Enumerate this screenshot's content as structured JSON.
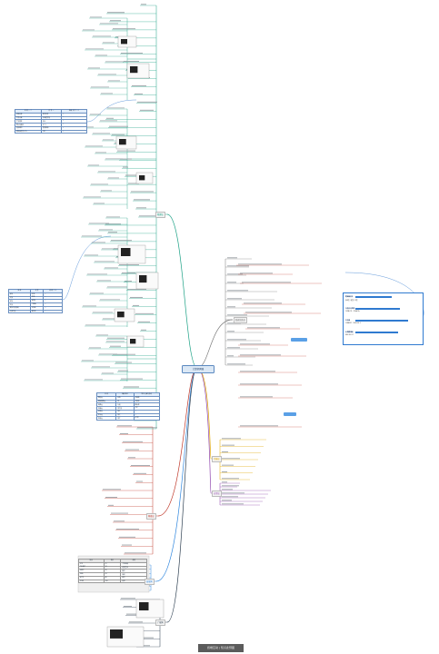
{
  "footer": {
    "text": "终端互动 | 知识此预图"
  },
  "root": {
    "label": "计算机网络"
  },
  "branches": [
    {
      "id": "b1",
      "label": "物理层",
      "color": "#1aa084"
    },
    {
      "id": "b2",
      "label": "数据链路层",
      "color": "#7a7a7a"
    },
    {
      "id": "b3",
      "label": "网络层",
      "color": "#c0392b"
    },
    {
      "id": "b4",
      "label": "传输层",
      "color": "#e0a800"
    },
    {
      "id": "b5",
      "label": "应用层",
      "color": "#8e44ad"
    },
    {
      "id": "b6",
      "label": "局域网",
      "color": "#2e86de"
    },
    {
      "id": "b7",
      "label": "广域网",
      "color": "#2c3e50"
    }
  ],
  "tables": {
    "t1": {
      "headers": [
        "名 称 一 二",
        "代 号 一",
        "传输 方式 二 三"
      ],
      "rows": [
        [
          "帧启定界",
          "数字信号",
          "✓"
        ],
        [
          "字符计数",
          "帧长度字段",
          "✓"
        ],
        [
          "字节填充",
          "转义",
          "✓"
        ],
        [
          "零比特填充",
          "5个1",
          "✓"
        ],
        [
          "违规编码",
          "曼彻斯特",
          "✓"
        ],
        [
          "帧检验序列 FCS",
          "CRC",
          "✓"
        ]
      ]
    },
    "t2": {
      "headers": [
        "名 称",
        "代 号",
        "说 明 二 三"
      ],
      "rows": [
        [
          "频分",
          "FDM",
          "✓"
        ],
        [
          "时分",
          "TDM",
          "✓"
        ],
        [
          "波分",
          "WDM",
          "✓"
        ],
        [
          "码分",
          "CDMA",
          "✓"
        ],
        [
          "统计时分复用",
          "STDM",
          "✓"
        ],
        [
          "异步时分",
          "ATDM",
          "✓"
        ]
      ]
    },
    "t3": {
      "headers": [
        "名 称",
        "传输 单位",
        "常见 设备与协议"
      ],
      "rows": [
        [
          "物理层",
          "比特",
          "中继器"
        ],
        [
          "数据链路层",
          "帧",
          "交换机"
        ],
        [
          "网络层",
          "分组",
          "路由器"
        ],
        [
          "传输层",
          "报文段",
          "TCP"
        ],
        [
          "会话层",
          "报文",
          "—"
        ],
        [
          "表示层",
          "报文",
          "—"
        ],
        [
          "应用层",
          "报文",
          "HTTP"
        ]
      ]
    },
    "t4": {
      "headers": [
        "协议",
        "端口",
        "说明"
      ],
      "rows": [
        [
          "FTP",
          "21",
          "文件传输"
        ],
        [
          "TELNET",
          "23",
          "远程登录"
        ],
        [
          "SMTP",
          "25",
          "邮件"
        ],
        [
          "DNS",
          "53",
          "域名"
        ],
        [
          "HTTP",
          "80",
          "网页"
        ],
        [
          "POP3",
          "110",
          "收信"
        ]
      ]
    }
  },
  "callouts": [
    {
      "label": "局域网拓扑",
      "note": "总线型 / 星型 / 环型"
    },
    {
      "label": "介质访问控制",
      "note": "CSMA/CD · CSMA/CA"
    },
    {
      "label": "以太网",
      "note": "10BASE-T · IEEE 802.3"
    },
    {
      "label": "无线局域网",
      "note": "IEEE 802.11"
    }
  ]
}
